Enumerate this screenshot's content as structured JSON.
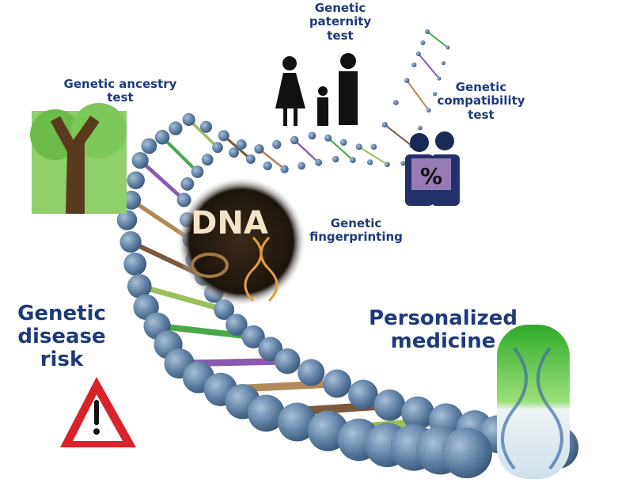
{
  "labels": {
    "paternity": "Genetic paternity test",
    "ancestry": "Genetic ancestry test",
    "compatibility": "Genetic compatibility test",
    "fingerprinting": "Genetic fingerprinting",
    "disease_risk": "Genetic disease risk",
    "personalized": "Personalized medicine"
  },
  "icons": {
    "dna_badge": "DNA",
    "percent": "%"
  },
  "colors": {
    "text": "#1f3a7a",
    "sphere": "#5f7fa3",
    "warning": "#d8232a"
  }
}
